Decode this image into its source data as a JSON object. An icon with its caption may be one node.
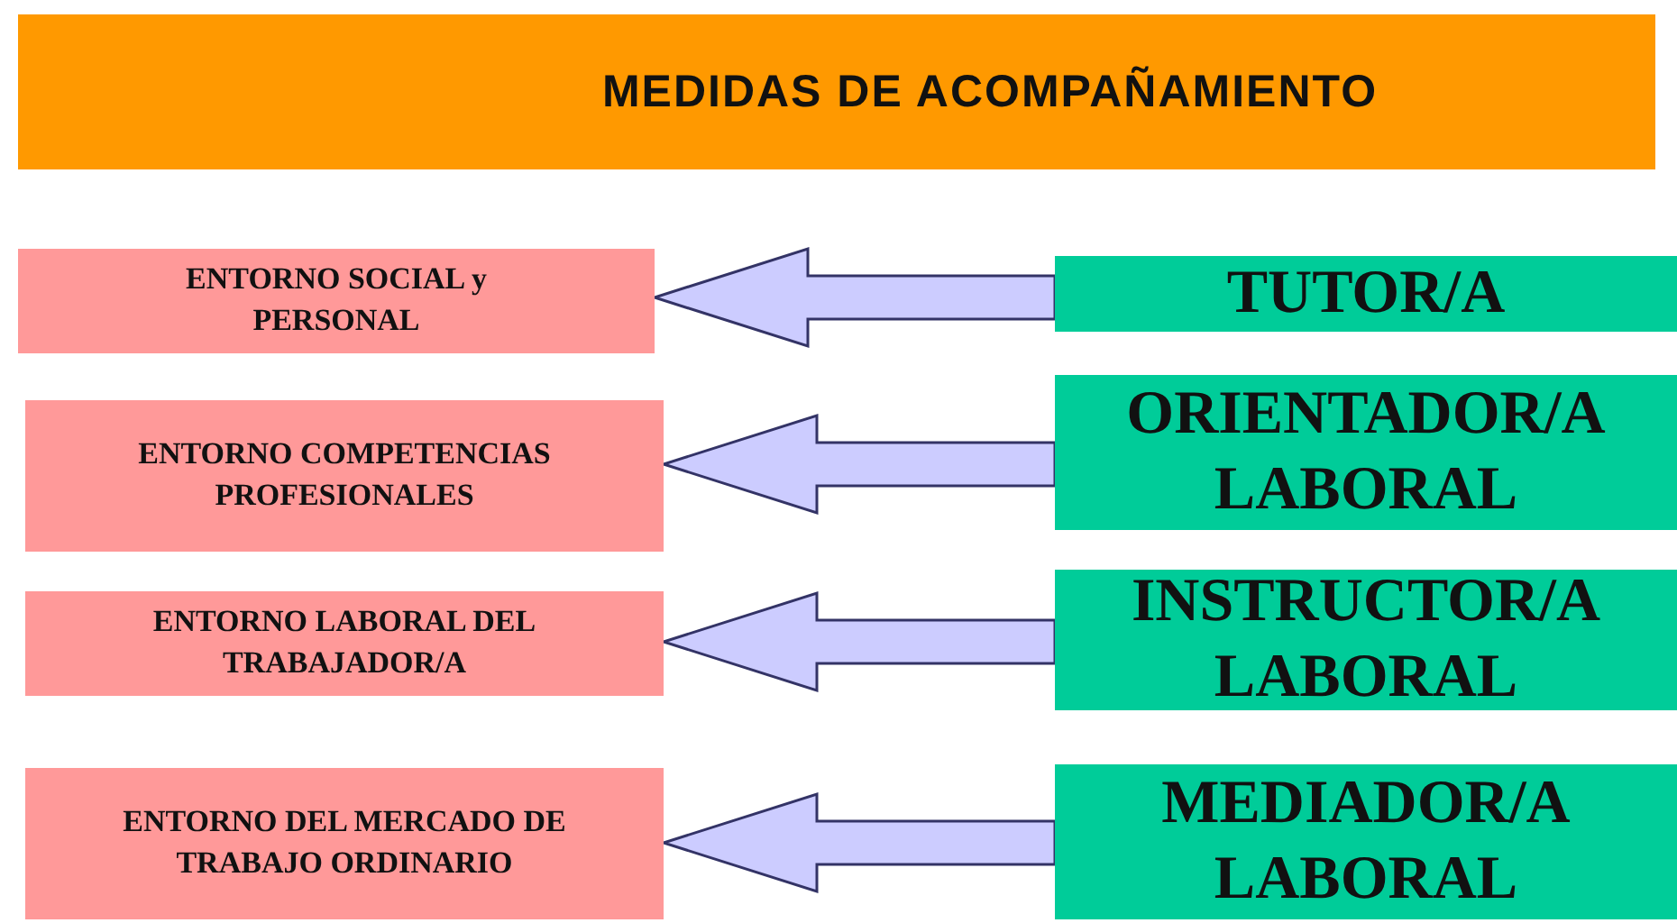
{
  "diagram": {
    "title": "MEDIDAS DE ACOMPAÑAMIENTO",
    "nodes": [
      {
        "text": [
          "ENTORNO SOCIAL y PERSONAL"
        ]
      },
      {
        "text": [
          "ENTORNO COMPETENCIAS PROFESIONALES"
        ]
      },
      {
        "text": [
          "ENTORNO LABORAL DEL TRABAJADOR/A"
        ]
      },
      {
        "text": [
          "ENTORNO DEL MERCADO DE TRABAJO ORDINARIO"
        ]
      },
      {
        "text": [
          "TUTOR/A"
        ]
      },
      {
        "text": [
          "ORIENTADOR/A LABORAL"
        ]
      },
      {
        "text": [
          "INSTRUCTOR/A LABORAL"
        ]
      },
      {
        "text": [
          "MEDIADOR/A LABORAL"
        ]
      }
    ],
    "edges": [
      {
        "from": 4,
        "to": 0,
        "arrow": "to"
      },
      {
        "from": 5,
        "to": 1,
        "arrow": "to"
      },
      {
        "from": 6,
        "to": 2,
        "arrow": "to"
      },
      {
        "from": 7,
        "to": 3,
        "arrow": "to"
      }
    ]
  }
}
